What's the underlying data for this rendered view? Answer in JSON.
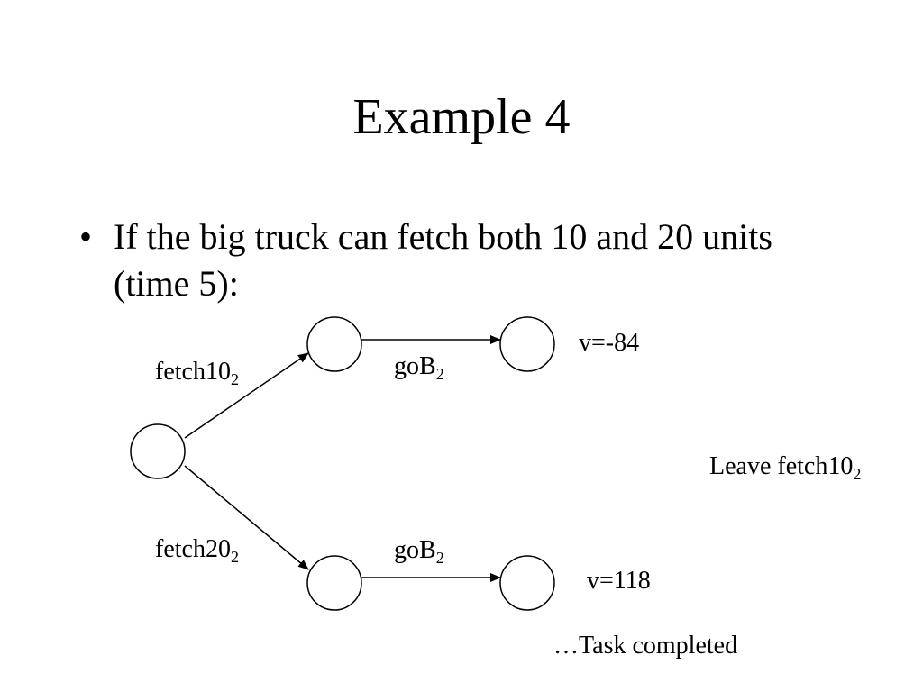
{
  "title": "Example 4",
  "bullet": {
    "symbol": "•",
    "text": "If the big truck can fetch both 10 and 20 units (time 5):"
  },
  "diagram": {
    "edges": {
      "fetch10": {
        "base": "fetch10",
        "sub": "2"
      },
      "fetch20": {
        "base": "fetch20",
        "sub": "2"
      },
      "gob_top": {
        "base": "goB",
        "sub": "2"
      },
      "gob_bottom": {
        "base": "goB",
        "sub": "2"
      }
    },
    "values": {
      "top": "v=-84",
      "bottom": "v=118"
    },
    "note": {
      "base": "Leave fetch10",
      "sub": "2"
    },
    "status": "…Task completed"
  }
}
